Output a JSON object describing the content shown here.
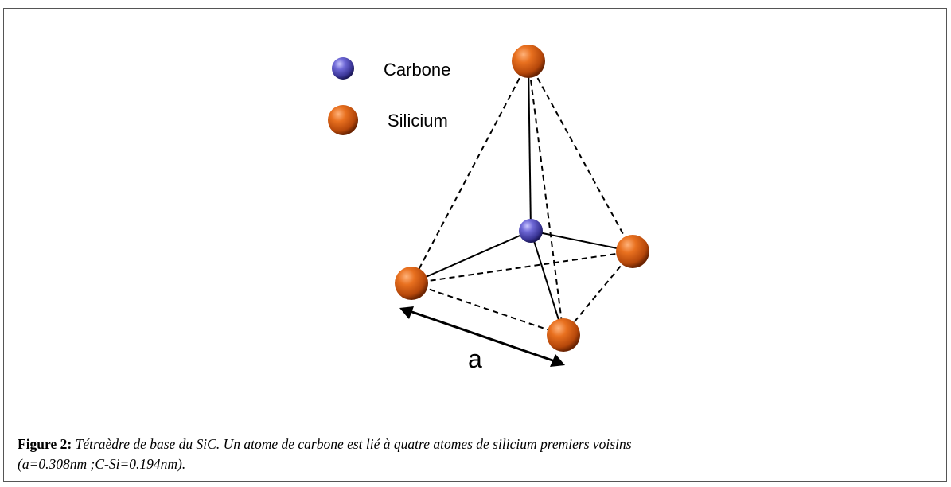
{
  "legend": {
    "carbon_label": "Carbone",
    "silicon_label": "Silicium"
  },
  "diagram": {
    "dimension_label": "a",
    "carbon_color": "#4b46b8",
    "silicon_color": "#d2590e"
  },
  "caption": {
    "label": "Figure 2:",
    "text_line1": "Tétraèdre de base du SiC. Un atome de carbone est lié à quatre atomes de silicium premiers voisins",
    "text_line2": "(a=0.308nm ;C-Si=0.194nm)."
  }
}
